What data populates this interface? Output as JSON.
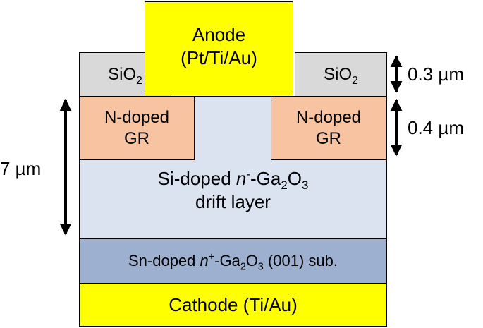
{
  "anode": {
    "line1": "Anode",
    "line2": "(Pt/Ti/Au)"
  },
  "sio2": {
    "base": "SiO",
    "sub": "2"
  },
  "guard_ring": {
    "line1": "N-doped",
    "line2": "GR"
  },
  "drift": {
    "pre": "Si-doped ",
    "n": "n",
    "sup": "-",
    "mid": "-Ga",
    "sub1": "2",
    "o": "O",
    "sub2": "3",
    "line2": "drift layer"
  },
  "substrate": {
    "pre": "Sn-doped ",
    "n": "n",
    "sup": "+",
    "mid": "-Ga",
    "sub1": "2",
    "o": "O",
    "sub2": "3",
    "post": " (001) sub."
  },
  "cathode": {
    "label": "Cathode (Ti/Au)"
  },
  "dimensions": {
    "oxide": "0.3 µm",
    "gr": "0.4 µm",
    "drift": "7 µm"
  }
}
